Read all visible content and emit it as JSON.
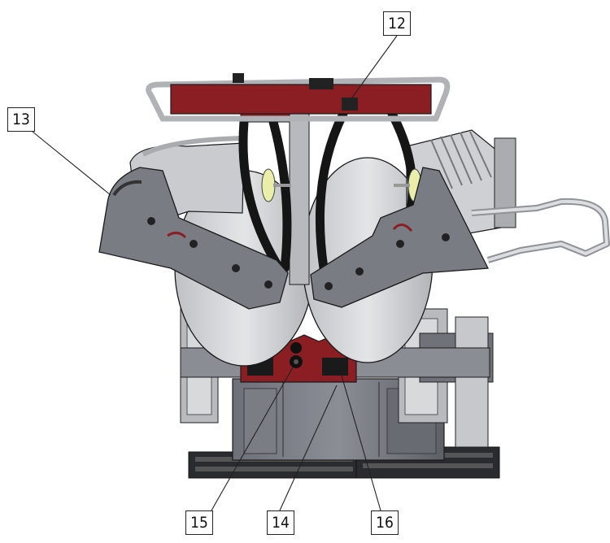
{
  "callouts": [
    {
      "id": "c12",
      "label": "12"
    },
    {
      "id": "c13",
      "label": "13"
    },
    {
      "id": "c15",
      "label": "15"
    },
    {
      "id": "c14",
      "label": "14"
    },
    {
      "id": "c16",
      "label": "16"
    }
  ],
  "colors": {
    "frame_gray": "#8c8f96",
    "frame_dark": "#5f6168",
    "panel_light": "#cfd1d4",
    "accent_red": "#8b1e22",
    "belt_black": "#151515",
    "roller_yellow": "#e9efa8",
    "outline": "#1a1a1a"
  }
}
